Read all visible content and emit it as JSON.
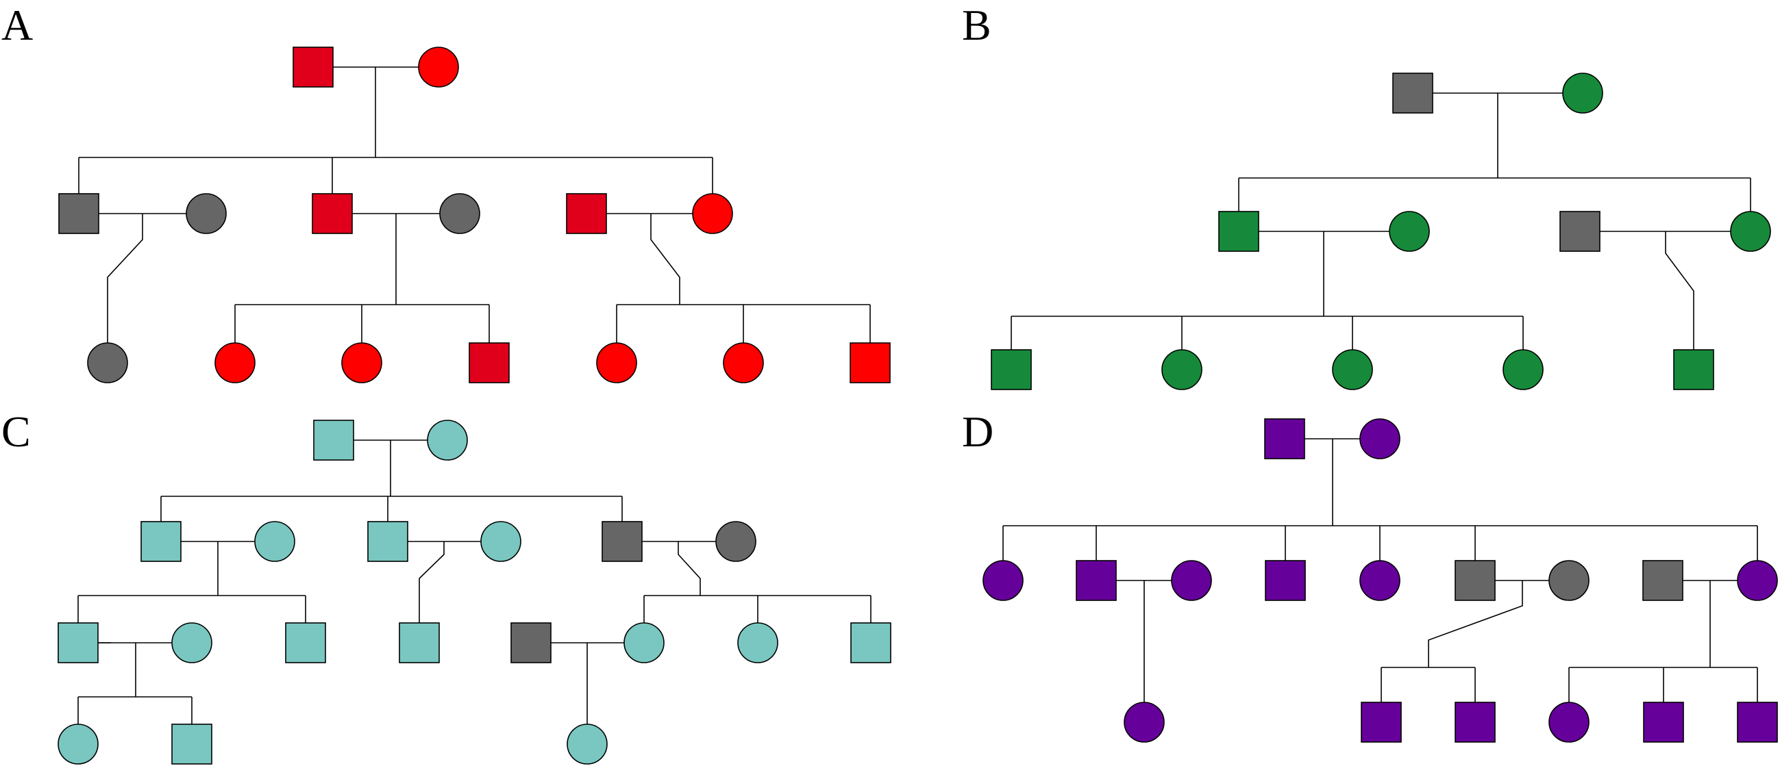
{
  "colors": {
    "gray": "#666666",
    "red_dark": "#e0001b",
    "red": "#ff0000",
    "green": "#168a3a",
    "teal": "#79c7c0",
    "purple": "#66009a",
    "line": "#000000"
  },
  "panels": [
    {
      "label": "A",
      "nodes": [
        {
          "shape": "square",
          "color": "red_dark"
        },
        {
          "shape": "circle",
          "color": "red"
        },
        {
          "shape": "square",
          "color": "gray"
        },
        {
          "shape": "circle",
          "color": "gray"
        },
        {
          "shape": "square",
          "color": "red_dark"
        },
        {
          "shape": "circle",
          "color": "gray"
        },
        {
          "shape": "square",
          "color": "red_dark"
        },
        {
          "shape": "circle",
          "color": "red"
        },
        {
          "shape": "circle",
          "color": "gray"
        },
        {
          "shape": "circle",
          "color": "red"
        },
        {
          "shape": "circle",
          "color": "red"
        },
        {
          "shape": "square",
          "color": "red_dark"
        },
        {
          "shape": "circle",
          "color": "red"
        },
        {
          "shape": "circle",
          "color": "red"
        },
        {
          "shape": "square",
          "color": "red"
        }
      ]
    },
    {
      "label": "B",
      "nodes": [
        {
          "shape": "square",
          "color": "gray"
        },
        {
          "shape": "circle",
          "color": "green"
        },
        {
          "shape": "square",
          "color": "green"
        },
        {
          "shape": "circle",
          "color": "green"
        },
        {
          "shape": "square",
          "color": "gray"
        },
        {
          "shape": "circle",
          "color": "green"
        },
        {
          "shape": "square",
          "color": "green"
        },
        {
          "shape": "circle",
          "color": "green"
        },
        {
          "shape": "circle",
          "color": "green"
        },
        {
          "shape": "circle",
          "color": "green"
        },
        {
          "shape": "square",
          "color": "green"
        }
      ]
    },
    {
      "label": "C",
      "nodes": [
        {
          "shape": "square",
          "color": "teal"
        },
        {
          "shape": "circle",
          "color": "teal"
        },
        {
          "shape": "square",
          "color": "teal"
        },
        {
          "shape": "circle",
          "color": "teal"
        },
        {
          "shape": "square",
          "color": "teal"
        },
        {
          "shape": "circle",
          "color": "teal"
        },
        {
          "shape": "square",
          "color": "gray"
        },
        {
          "shape": "circle",
          "color": "gray"
        },
        {
          "shape": "square",
          "color": "teal"
        },
        {
          "shape": "circle",
          "color": "teal"
        },
        {
          "shape": "square",
          "color": "teal"
        },
        {
          "shape": "square",
          "color": "teal"
        },
        {
          "shape": "square",
          "color": "gray"
        },
        {
          "shape": "circle",
          "color": "teal"
        },
        {
          "shape": "circle",
          "color": "teal"
        },
        {
          "shape": "square",
          "color": "teal"
        },
        {
          "shape": "circle",
          "color": "teal"
        },
        {
          "shape": "square",
          "color": "teal"
        },
        {
          "shape": "circle",
          "color": "teal"
        }
      ]
    },
    {
      "label": "D",
      "nodes": [
        {
          "shape": "square",
          "color": "purple"
        },
        {
          "shape": "circle",
          "color": "purple"
        },
        {
          "shape": "circle",
          "color": "purple"
        },
        {
          "shape": "square",
          "color": "purple"
        },
        {
          "shape": "circle",
          "color": "purple"
        },
        {
          "shape": "square",
          "color": "purple"
        },
        {
          "shape": "circle",
          "color": "purple"
        },
        {
          "shape": "square",
          "color": "gray"
        },
        {
          "shape": "circle",
          "color": "gray"
        },
        {
          "shape": "square",
          "color": "gray"
        },
        {
          "shape": "circle",
          "color": "purple"
        },
        {
          "shape": "circle",
          "color": "purple"
        },
        {
          "shape": "square",
          "color": "purple"
        },
        {
          "shape": "square",
          "color": "purple"
        },
        {
          "shape": "circle",
          "color": "purple"
        },
        {
          "shape": "square",
          "color": "purple"
        },
        {
          "shape": "square",
          "color": "purple"
        }
      ]
    }
  ]
}
